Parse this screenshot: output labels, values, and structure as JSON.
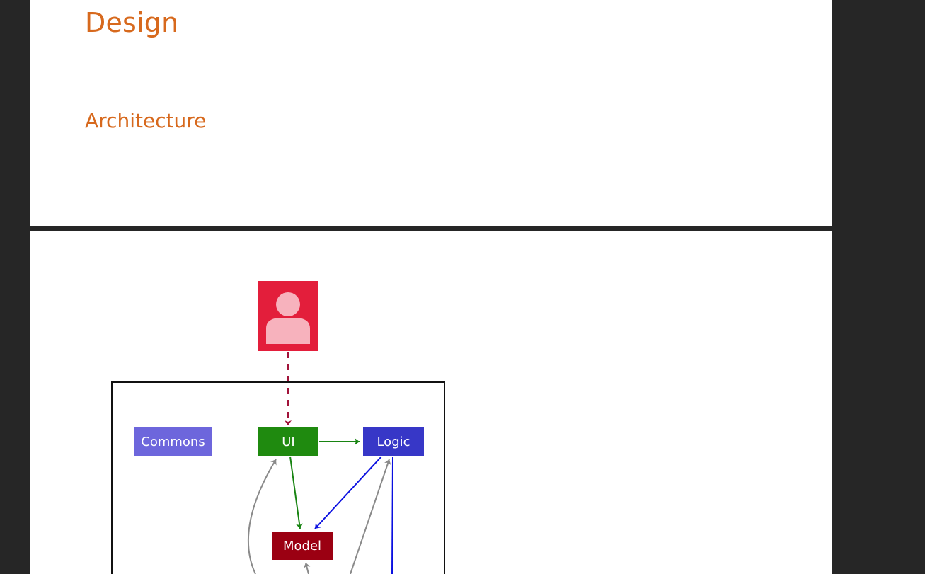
{
  "document": {
    "heading": "Design",
    "subheading": "Architecture"
  },
  "diagram": {
    "nodes": {
      "user": {
        "icon": "user-icon",
        "fill": "#e31e3b",
        "figure": "#f7b2bd"
      },
      "commons": {
        "label": "Commons",
        "fill": "#6d66dc"
      },
      "ui": {
        "label": "UI",
        "fill": "#1f8a0f"
      },
      "logic": {
        "label": "Logic",
        "fill": "#3737c7"
      },
      "model": {
        "label": "Model",
        "fill": "#9b0012"
      }
    },
    "colors": {
      "user_edge": "#a1133a",
      "ui_edge": "#188412",
      "logic_edge": "#0b10e0",
      "gray_edge": "#8a8a8a",
      "frame": "#111111"
    }
  }
}
